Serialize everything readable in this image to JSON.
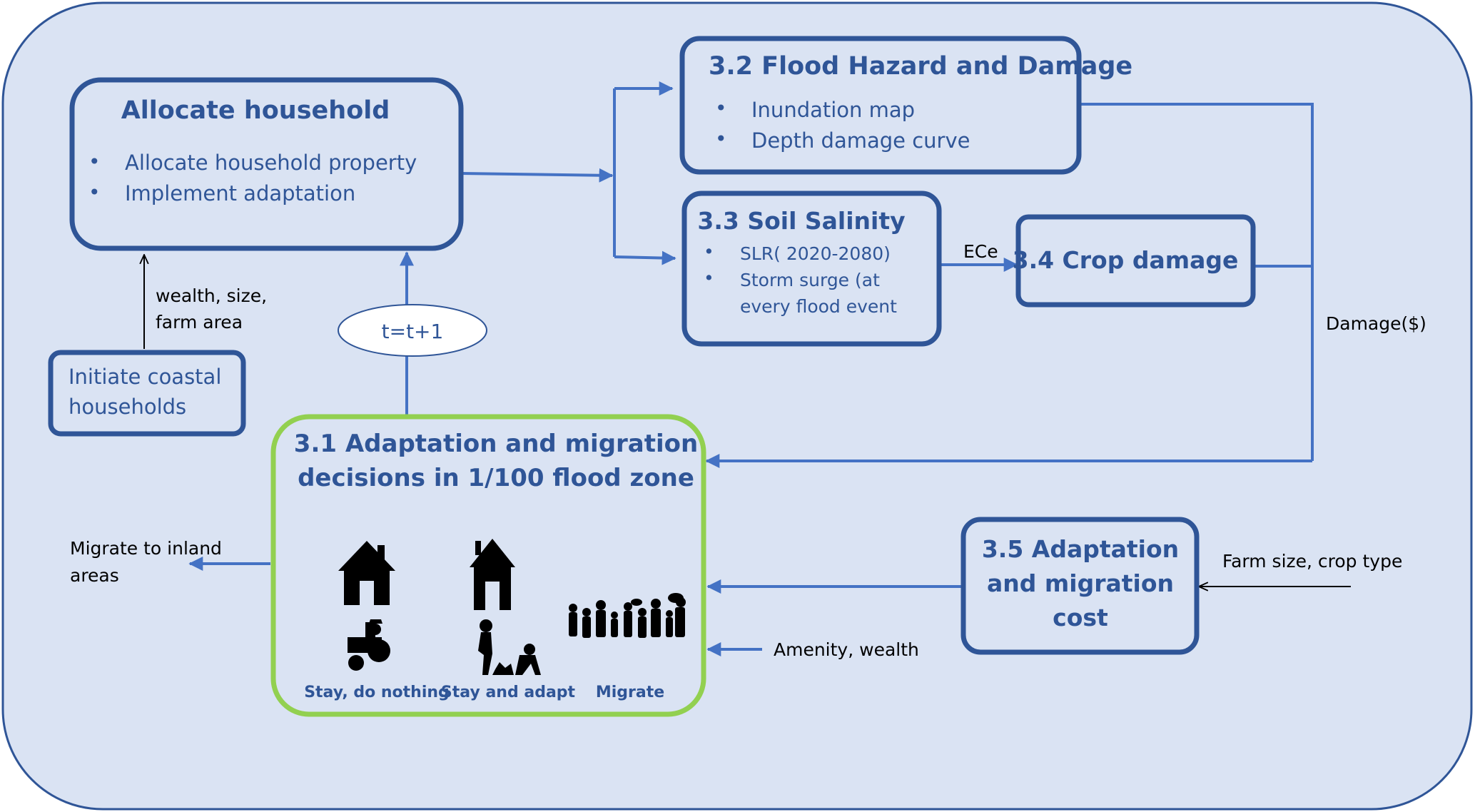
{
  "colors": {
    "background": "#dae3f3",
    "border_dark": "#2f5597",
    "text_blue": "#2f5597",
    "arrow_blue": "#4472c4",
    "green_border": "#92d050",
    "icon_black": "#000000"
  },
  "allocate_box": {
    "title": "Allocate household",
    "bullets": [
      "Allocate household property",
      "Implement adaptation"
    ]
  },
  "initiate_box": {
    "lines": [
      "Initiate coastal",
      "households"
    ]
  },
  "init_to_allocate_label": {
    "lines": [
      "wealth, size,",
      "farm area"
    ]
  },
  "time_step": {
    "label": "t=t+1"
  },
  "flood_box": {
    "title": "3.2 Flood Hazard and Damage",
    "bullets": [
      "Inundation map",
      "Depth damage curve"
    ]
  },
  "salinity_box": {
    "title": "3.3 Soil Salinity",
    "bullets": [
      "SLR( 2020-2080)",
      "Storm surge (at",
      "every flood event"
    ]
  },
  "ece_label": "ECe",
  "crop_box": {
    "title": "3.4 Crop damage"
  },
  "damage_label": "Damage($)",
  "decision_box": {
    "title_lines": [
      "3.1 Adaptation and migration",
      "decisions in 1/100 flood zone"
    ],
    "options": [
      "Stay, do nothing",
      "Stay and adapt",
      "Migrate"
    ]
  },
  "migrate_inland_label": {
    "lines": [
      "Migrate to inland",
      "areas"
    ]
  },
  "cost_box": {
    "title_lines": [
      "3.5 Adaptation",
      "and migration",
      "cost"
    ]
  },
  "farm_label": "Farm size, crop type",
  "amenity_label": "Amenity, wealth",
  "icons": [
    "house-icon",
    "farmer-tractor-icon",
    "narrow-house-icon",
    "planting-people-icon",
    "migrating-crowd-icon"
  ]
}
